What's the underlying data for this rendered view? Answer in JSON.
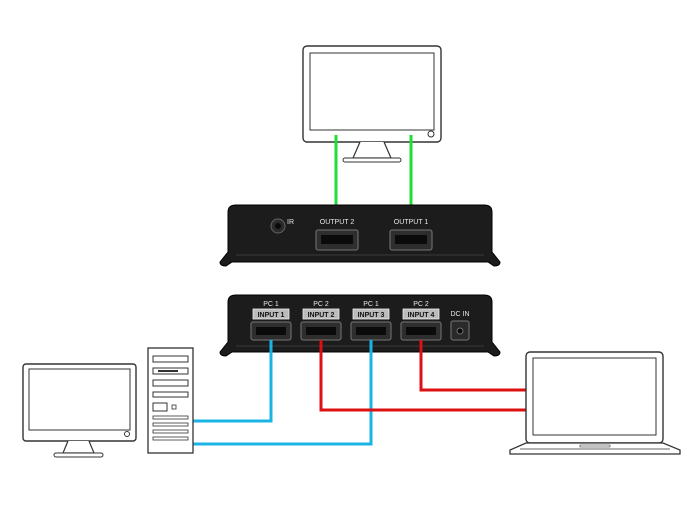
{
  "output_unit": {
    "ir_label": "IR",
    "ports": [
      "OUTPUT 2",
      "OUTPUT 1"
    ]
  },
  "input_unit": {
    "ports": [
      {
        "pc": "PC 1",
        "input": "INPUT 1"
      },
      {
        "pc": "PC 2",
        "input": "INPUT 2"
      },
      {
        "pc": "PC 1",
        "input": "INPUT 3"
      },
      {
        "pc": "PC 2",
        "input": "INPUT 4"
      }
    ],
    "dc_label": "DC IN"
  },
  "colors": {
    "output_cable": "#22dd33",
    "pc1_cable": "#1ab3e6",
    "pc2_cable": "#dd1111",
    "device_body": "#1c1c1c",
    "outline": "#333333"
  }
}
